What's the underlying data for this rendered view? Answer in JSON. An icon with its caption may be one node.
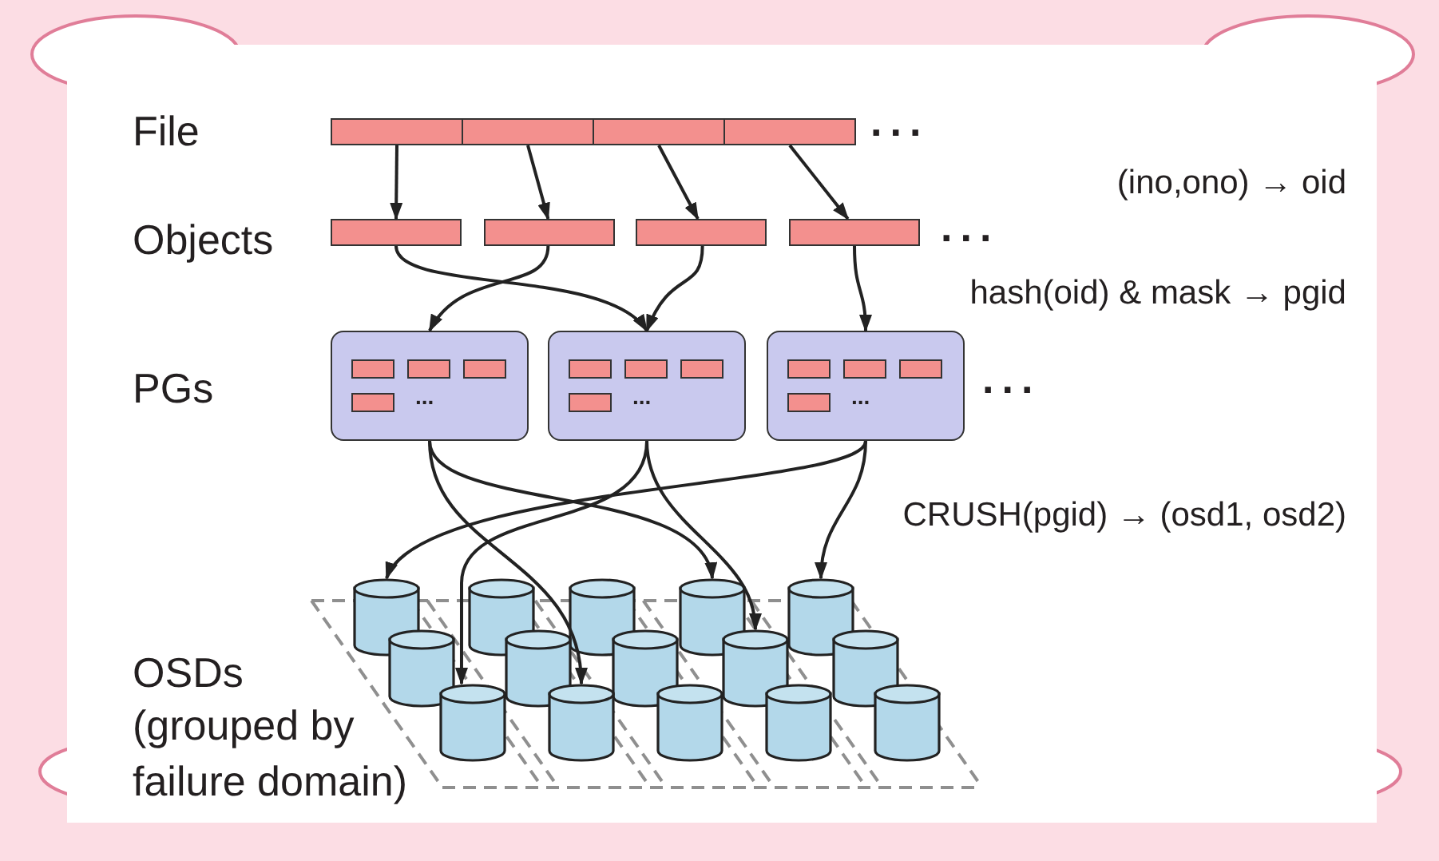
{
  "diagram": {
    "nodes": [
      {
        "text": [],
        "shape": "bar"
      },
      {
        "text": [],
        "shape": "bar"
      },
      {
        "text": [],
        "shape": "bar"
      },
      {
        "text": [],
        "shape": "bar"
      },
      {
        "text": [],
        "shape": "bar"
      },
      {
        "text": [],
        "shape": "bar"
      },
      {
        "text": [],
        "shape": "bar"
      },
      {
        "text": [],
        "shape": "bar"
      },
      {
        "text": [
          "..."
        ]
      },
      {
        "text": [],
        "shape": "bar",
        "in": 8
      },
      {
        "text": [],
        "shape": "bar",
        "in": 8
      },
      {
        "text": [],
        "shape": "bar",
        "in": 8
      },
      {
        "text": [],
        "shape": "bar",
        "in": 8
      },
      {
        "text": [
          "..."
        ]
      },
      {
        "text": [],
        "shape": "bar",
        "in": 13
      },
      {
        "text": [],
        "shape": "bar",
        "in": 13
      },
      {
        "text": [],
        "shape": "bar",
        "in": 13
      },
      {
        "text": [],
        "shape": "bar",
        "in": 13
      },
      {
        "text": [
          "..."
        ]
      },
      {
        "text": [],
        "shape": "bar",
        "in": 18
      },
      {
        "text": [],
        "shape": "bar",
        "in": 18
      },
      {
        "text": [],
        "shape": "bar",
        "in": 18
      },
      {
        "text": [],
        "shape": "bar",
        "in": 18
      },
      {
        "text": [],
        "shape": "cylinder"
      },
      {
        "text": [],
        "shape": "cylinder"
      },
      {
        "text": [],
        "shape": "cylinder"
      },
      {
        "text": [],
        "shape": "cylinder"
      },
      {
        "text": [],
        "shape": "cylinder"
      },
      {
        "text": [],
        "shape": "cylinder"
      },
      {
        "text": [],
        "shape": "cylinder"
      },
      {
        "text": [],
        "shape": "cylinder"
      },
      {
        "text": [],
        "shape": "cylinder"
      },
      {
        "text": [],
        "shape": "cylinder"
      },
      {
        "text": [],
        "shape": "cylinder"
      },
      {
        "text": [],
        "shape": "cylinder"
      },
      {
        "text": [],
        "shape": "cylinder"
      },
      {
        "text": [],
        "shape": "cylinder"
      },
      {
        "text": [],
        "shape": "cylinder"
      }
    ],
    "edges": [
      {
        "from": 0,
        "to": 4,
        "arrow": "to"
      },
      {
        "from": 1,
        "to": 5,
        "arrow": "to"
      },
      {
        "from": 2,
        "to": 6,
        "arrow": "to"
      },
      {
        "from": 3,
        "to": 7,
        "arrow": "to"
      },
      {
        "from": 4,
        "to": 13,
        "arrow": "to"
      },
      {
        "from": 5,
        "to": 8,
        "arrow": "to"
      },
      {
        "from": 6,
        "to": 13,
        "arrow": "to"
      },
      {
        "from": 7,
        "to": 18,
        "arrow": "to"
      },
      {
        "from": 8,
        "to": 26,
        "arrow": "to"
      },
      {
        "from": 8,
        "to": 34,
        "arrow": "to"
      },
      {
        "from": 13,
        "to": 33,
        "arrow": "to"
      },
      {
        "from": 13,
        "to": 31,
        "arrow": "to"
      },
      {
        "from": 18,
        "to": 23,
        "arrow": "to"
      },
      {
        "from": 18,
        "to": 27,
        "arrow": "to"
      }
    ],
    "labels": [
      "File",
      "...",
      "(ino,ono) → oid",
      "Objects",
      "...",
      "hash(oid) & mask → pgid",
      "PGs",
      "...",
      "CRUSH(pgid) → (osd1, osd2)",
      "OSDs",
      "(grouped by failure domain)"
    ]
  }
}
